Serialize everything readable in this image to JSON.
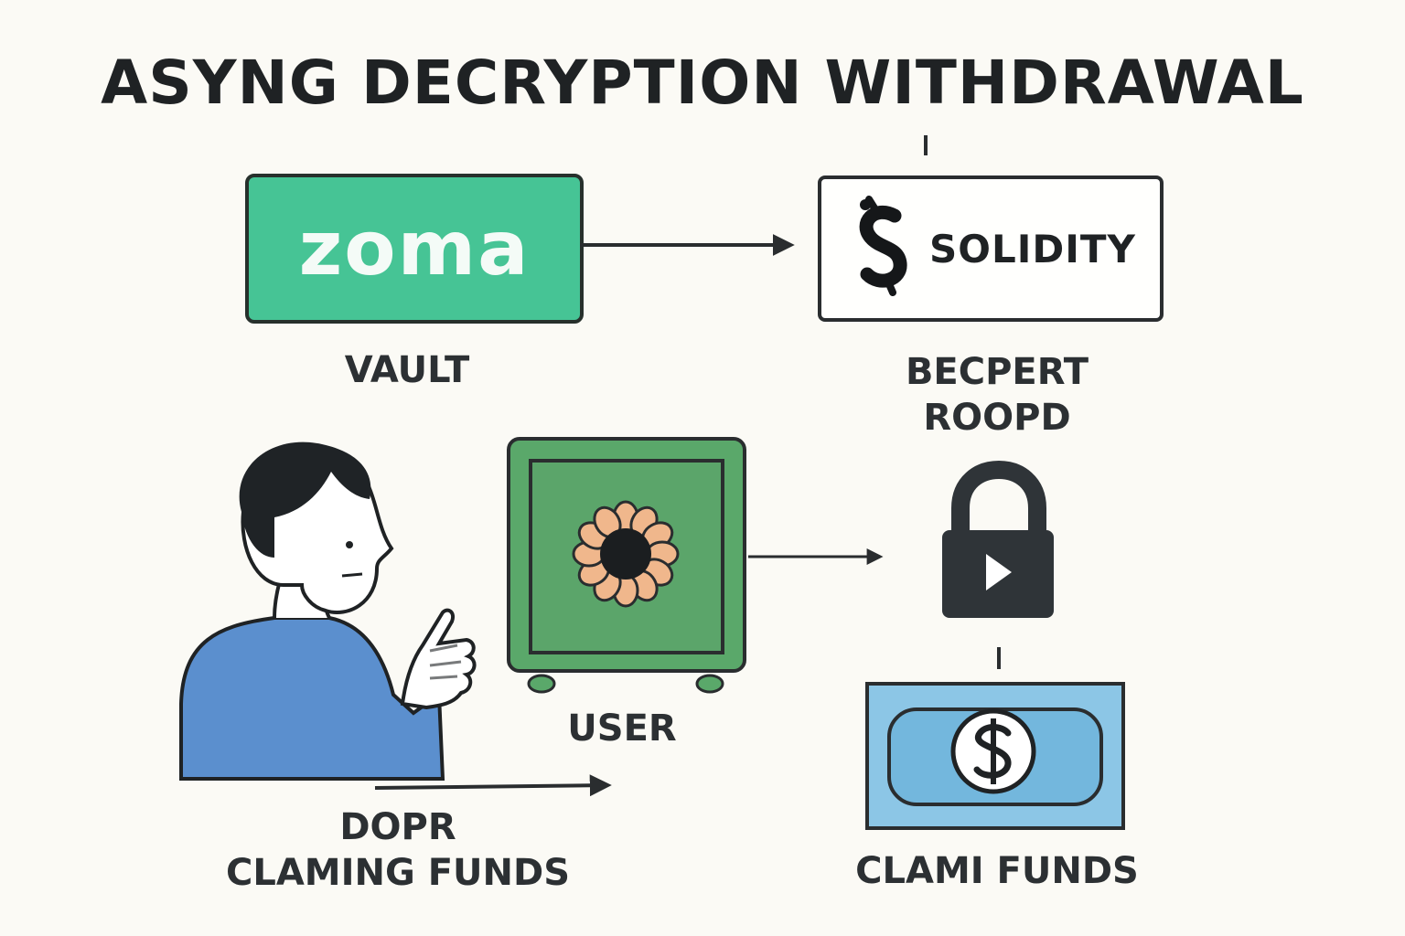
{
  "title": "ASYNG DECRYPTION WITHDRAWAL",
  "nodes": {
    "zoma": {
      "text": "zoma",
      "label": "VAULT"
    },
    "solidity": {
      "text": "SOLIDITY",
      "label_line1": "BECPERT",
      "label_line2": "ROOPD"
    },
    "safe": {
      "label": "USER"
    },
    "person": {
      "label_line1": "DOPR",
      "label_line2": "CLAMING FUNDS"
    },
    "funds": {
      "label": "CLAMI FUNDS"
    }
  },
  "colors": {
    "zoma_green": "#46c495",
    "safe_green": "#5aa86a",
    "shirt_blue": "#5b8fce",
    "bill_blue": "#8cc6e6",
    "lock_dark": "#2f3438",
    "dial_peach": "#f0b78c"
  },
  "icons": [
    "person-icon",
    "safe-icon",
    "lock-icon",
    "dollar-icon",
    "solidity-logo-icon"
  ]
}
